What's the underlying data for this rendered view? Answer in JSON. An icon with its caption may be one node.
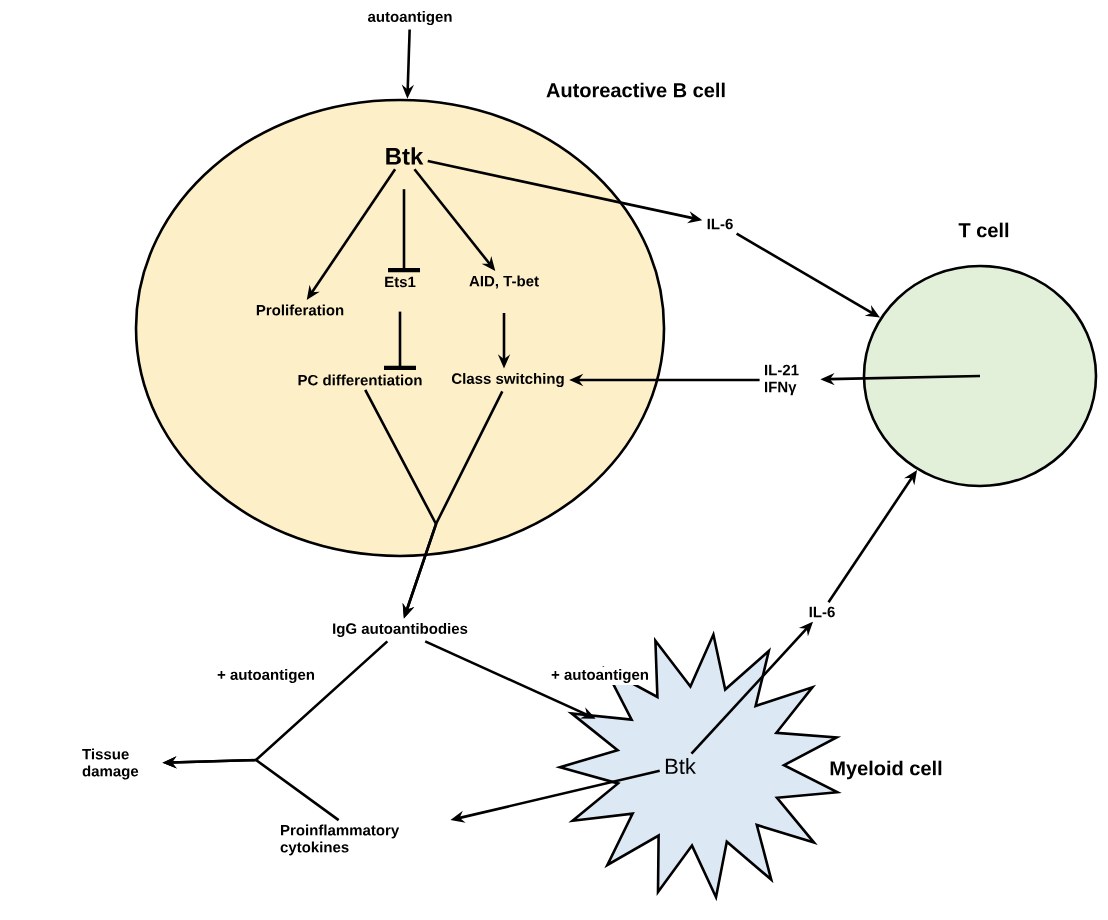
{
  "diagram": {
    "nodes": [
      {
        "text": [
          "Autoreactive B cell"
        ]
      },
      {
        "text": [
          "autoantigen"
        ]
      },
      {
        "text": [
          "Btk"
        ],
        "in": 0
      },
      {
        "text": [
          "Proliferation"
        ],
        "in": 0
      },
      {
        "text": [
          "Ets1"
        ],
        "in": 0
      },
      {
        "text": [
          "AID, T-bet"
        ],
        "in": 0
      },
      {
        "text": [
          "PC differentiation"
        ],
        "in": 0
      },
      {
        "text": [
          "Class switching"
        ],
        "in": 0
      },
      {
        "text": [
          "IL-6"
        ]
      },
      {
        "text": [
          "T cell"
        ]
      },
      {
        "text": [
          "IL-21 IFNγ"
        ]
      },
      {
        "text": [
          "IgG autoantibodies"
        ]
      },
      {
        "text": [
          "Tissue damage"
        ]
      },
      {
        "text": [
          "Proinflammatory cytokines"
        ]
      },
      {
        "text": [],
        "shape": "star",
        "beside": [
          "Myeloid cell"
        ]
      },
      {
        "text": [
          "Btk"
        ],
        "in": 14
      },
      {
        "text": [
          "IL-6"
        ]
      }
    ],
    "edges": [
      {
        "from": 1,
        "to": 0,
        "arrow": "to"
      },
      {
        "from": 2,
        "to": 3,
        "arrow": "to"
      },
      {
        "from": 2,
        "to": 4,
        "arrow": "other"
      },
      {
        "from": 2,
        "to": 5,
        "arrow": "to"
      },
      {
        "from": 4,
        "to": 6,
        "arrow": "other"
      },
      {
        "from": 5,
        "to": 7,
        "arrow": "to"
      },
      {
        "from": 2,
        "to": 8,
        "arrow": "to"
      },
      {
        "from": 8,
        "to": 9,
        "arrow": "to"
      },
      {
        "from": 9,
        "to": 10,
        "arrow": "to"
      },
      {
        "from": 10,
        "to": 7,
        "arrow": "to"
      },
      {
        "from": 6,
        "to": 11,
        "arrow": "to"
      },
      {
        "from": 7,
        "to": 11,
        "arrow": "to"
      },
      {
        "from": 11,
        "to": 12,
        "arrow": "to",
        "label": "+ autoantigen"
      },
      {
        "from": 13,
        "to": 12,
        "arrow": "to"
      },
      {
        "from": 11,
        "to": 14,
        "arrow": "to",
        "label": "+ autoantigen"
      },
      {
        "from": 15,
        "to": 13,
        "arrow": "to"
      },
      {
        "from": 15,
        "to": 16,
        "arrow": "to"
      },
      {
        "from": 16,
        "to": 9,
        "arrow": "to"
      }
    ]
  }
}
